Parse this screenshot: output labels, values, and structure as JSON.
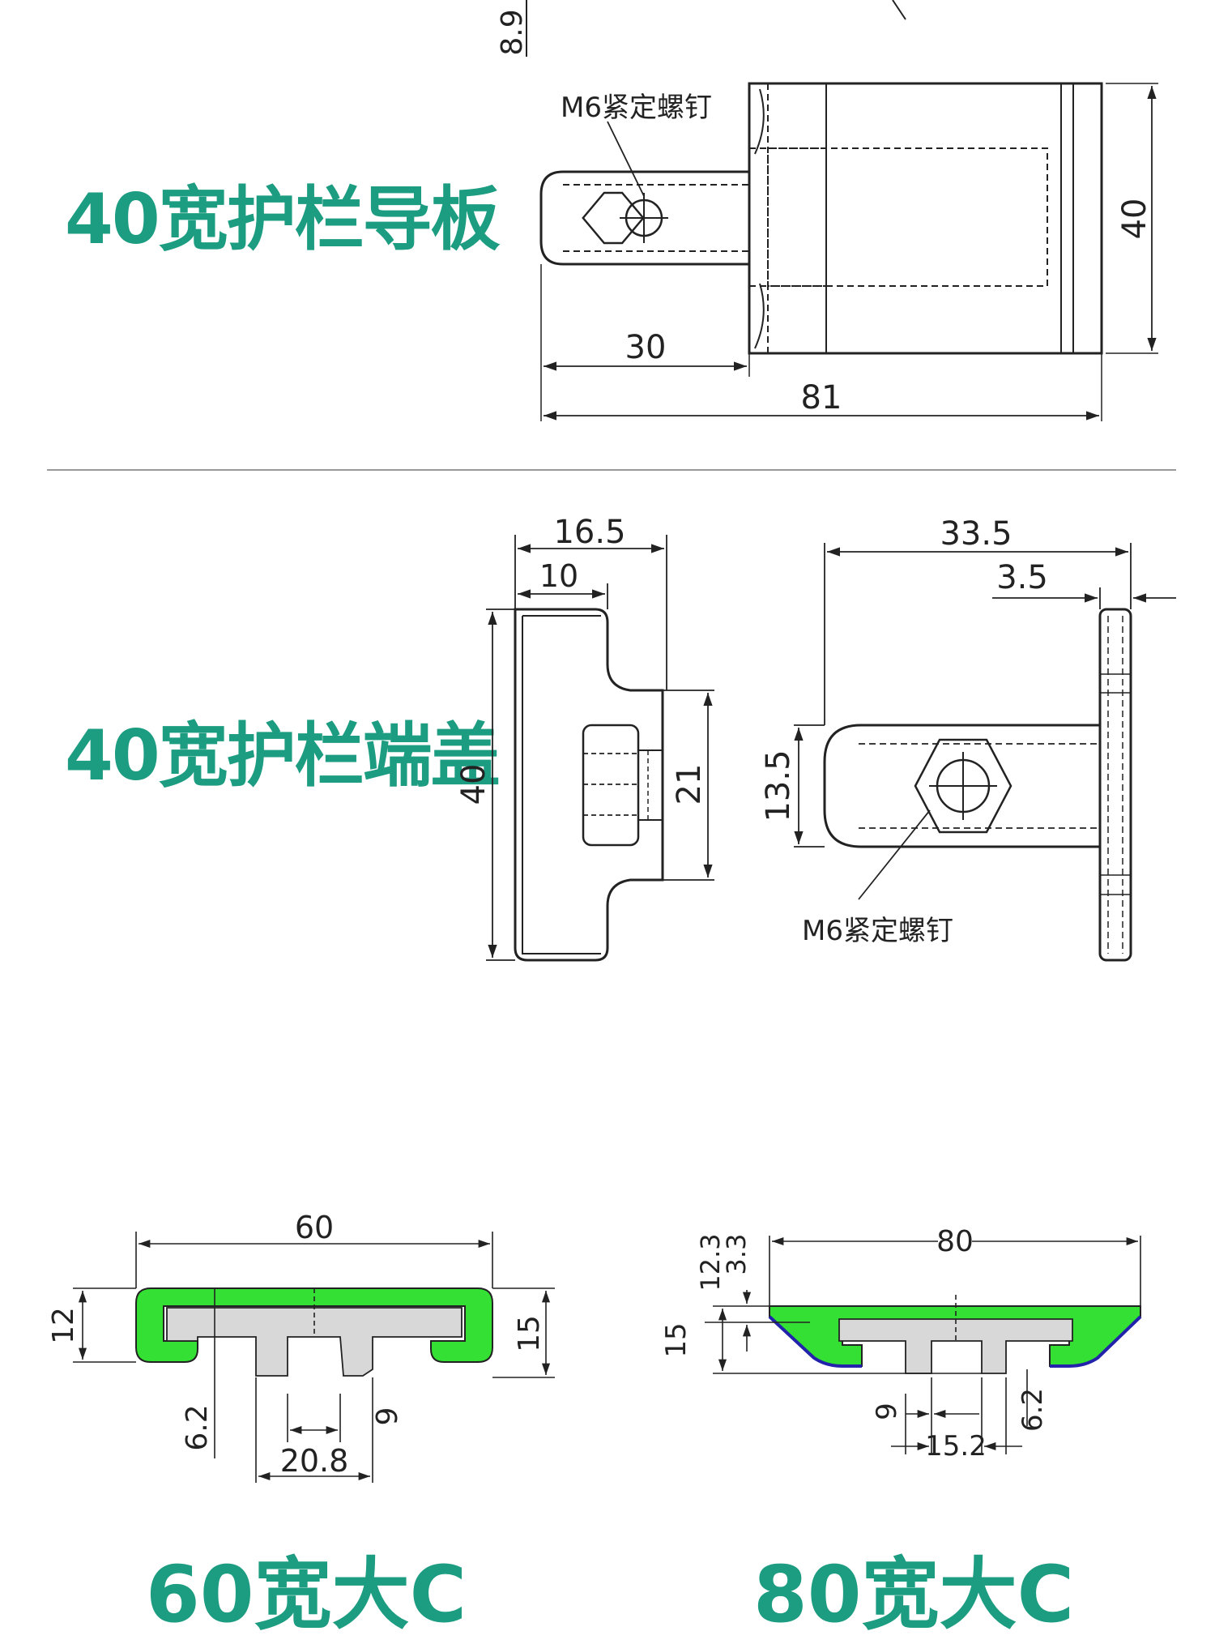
{
  "sections": {
    "guide_plate": {
      "title": "40宽护栏导板",
      "dims": {
        "width_total": "81",
        "tab_length": "30",
        "height": "40",
        "top_partial": "8.9",
        "screw_label": "M6紧定螺钉"
      }
    },
    "end_cap": {
      "title": "40宽护栏端盖",
      "dims": {
        "overall": "16.5",
        "inner": "10",
        "height": "40",
        "tab": "21",
        "side_width": "33.5",
        "plate_thick": "3.5",
        "arm_height": "13.5",
        "screw_label": "M6紧定螺钉"
      }
    },
    "profile_60": {
      "dims": {
        "width": "60",
        "left_height": "12",
        "right_height": "15",
        "stem": "6.2",
        "slot": "9",
        "span": "20.8"
      },
      "title_partial": "60宽大C"
    },
    "profile_80": {
      "dims": {
        "width": "80",
        "d1": "12.3",
        "d2": "3.3",
        "height": "15",
        "slot": "9",
        "stem": "6.2",
        "span": "15.2"
      },
      "title_partial": "80宽大C"
    }
  },
  "colors": {
    "accent": "#1c9c80",
    "profile_fill": "#33e033",
    "insert_fill": "#d8d8d8",
    "line": "#222222"
  }
}
